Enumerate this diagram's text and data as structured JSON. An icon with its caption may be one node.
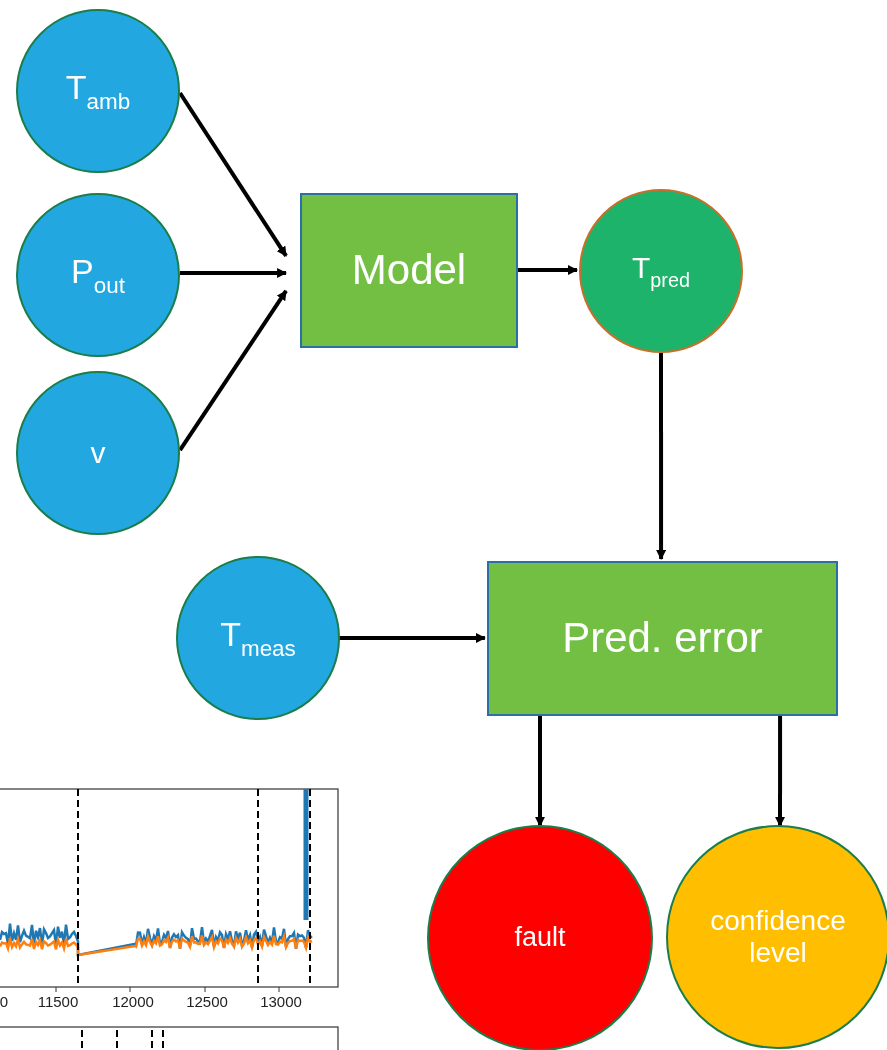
{
  "diagram": {
    "nodes": [
      {
        "text": [
          "T$_{amb}$"
        ]
      },
      {
        "text": [
          "P$_{out}$"
        ]
      },
      {
        "text": [
          "v"
        ]
      },
      {
        "text": [
          "Model"
        ]
      },
      {
        "text": [
          "T$_{pred}$"
        ]
      },
      {
        "text": [
          "T$_{meas}$"
        ]
      },
      {
        "text": [
          "Pred. error"
        ]
      },
      {
        "text": [
          "fault"
        ]
      },
      {
        "text": [
          "confidence level"
        ]
      }
    ],
    "edges": [
      {
        "from": 0,
        "to": 3,
        "arrow": "to"
      },
      {
        "from": 1,
        "to": 3,
        "arrow": "to"
      },
      {
        "from": 2,
        "to": 3,
        "arrow": "to"
      },
      {
        "from": 3,
        "to": 4,
        "arrow": "to"
      },
      {
        "from": 4,
        "to": 6,
        "arrow": "to"
      },
      {
        "from": 5,
        "to": 6,
        "arrow": "to"
      },
      {
        "from": 6,
        "to": 7,
        "arrow": "to"
      },
      {
        "from": 6,
        "to": 8,
        "arrow": "to"
      }
    ],
    "labels": [
      "0",
      "11500",
      "12000",
      "12500",
      "13000"
    ]
  }
}
